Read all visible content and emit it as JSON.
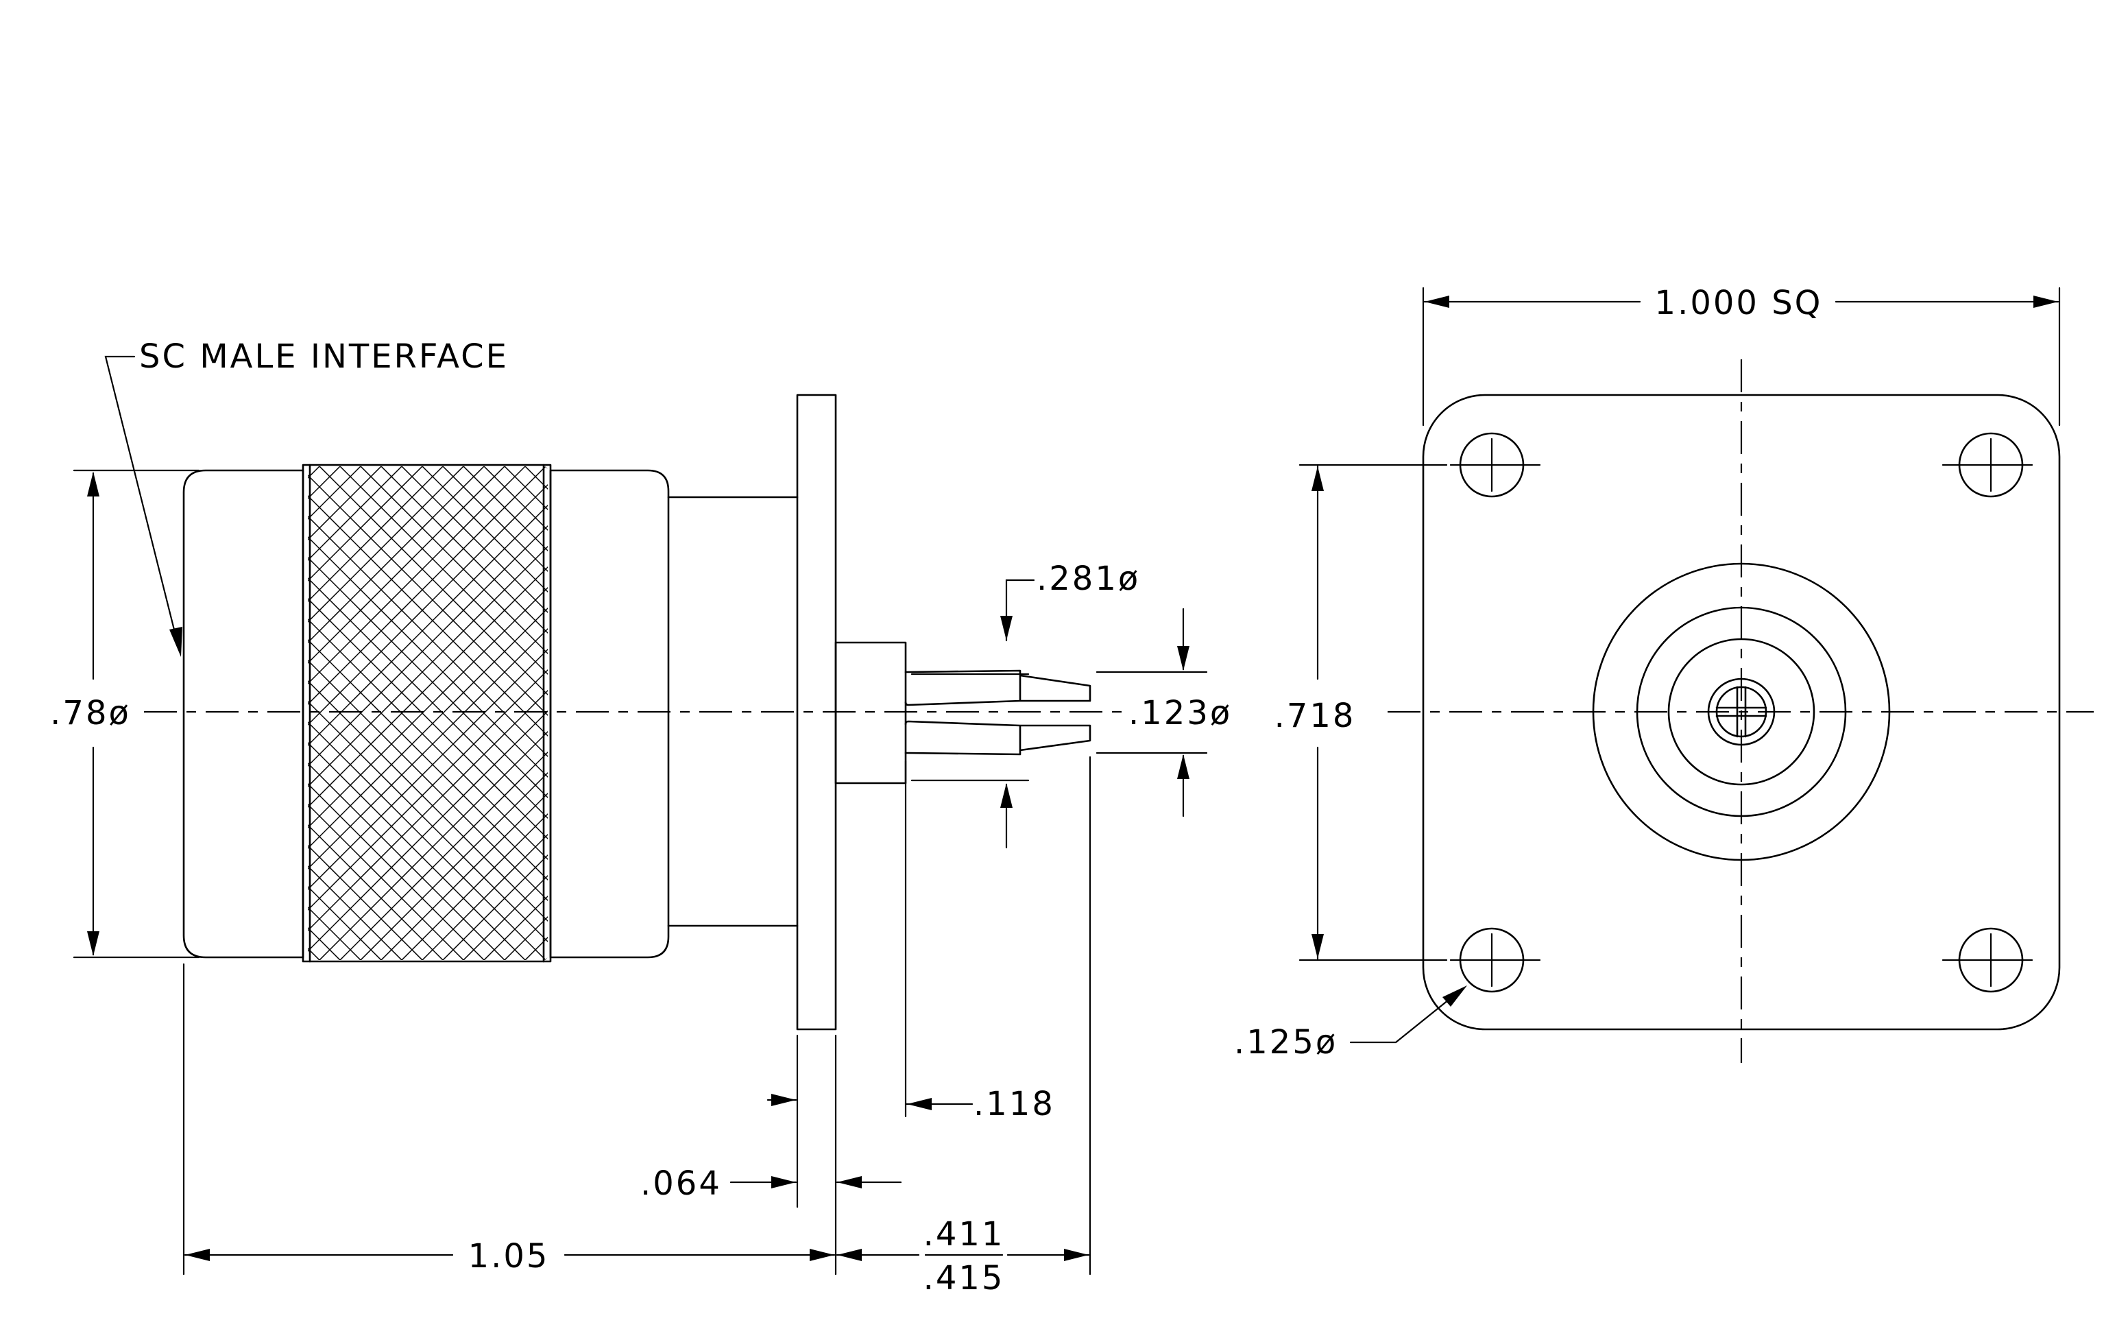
{
  "drawing": {
    "interface_note": "SC MALE INTERFACE",
    "dims": {
      "body_dia": ".78ø",
      "shell_dia": ".281ø",
      "contact_dia": ".123ø",
      "overall_length": "1.05",
      "flange_thickness": ".064",
      "shoulder": ".118",
      "pin_length_max": ".411",
      "pin_length_min": ".415",
      "flange_square": "1.000  SQ",
      "hole_spacing": ".718",
      "hole_dia": ".125ø"
    }
  }
}
